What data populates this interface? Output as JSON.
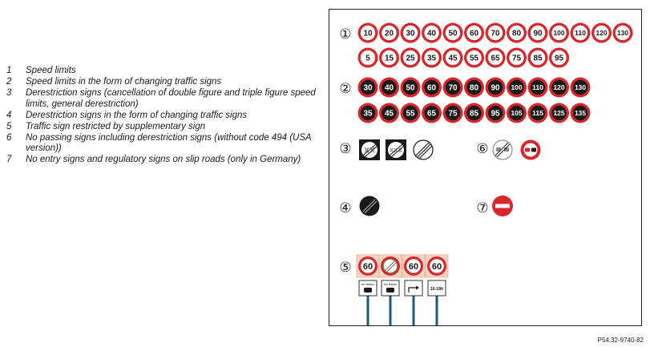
{
  "legend": [
    {
      "num": "1",
      "text": "Speed limits"
    },
    {
      "num": "2",
      "text": "Speed limits in the form of changing traffic signs"
    },
    {
      "num": "3",
      "text": "Derestriction signs (cancellation of double figure and triple figure speed limits, general derestriction)"
    },
    {
      "num": "4",
      "text": "Derestriction signs in the form of changing traffic signs"
    },
    {
      "num": "5",
      "text": "Traffic sign restricted by supplementary sign"
    },
    {
      "num": "6",
      "text": "No passing signs including derestriction signs (without code 494 (USA version))"
    },
    {
      "num": "7",
      "text": "No entry signs and regulatory signs on slip roads (only in Germany)"
    }
  ],
  "figure_code": "P54.32-9740-82",
  "groups": {
    "g1": "①",
    "g2": "②",
    "g3": "③",
    "g4": "④",
    "g5": "⑤",
    "g6": "⑥",
    "g7": "⑦"
  },
  "speed_limits_row1": [
    "10",
    "20",
    "30",
    "40",
    "50",
    "60",
    "70",
    "80",
    "90",
    "100",
    "110",
    "120",
    "130"
  ],
  "speed_limits_row2": [
    "5",
    "15",
    "25",
    "35",
    "45",
    "55",
    "65",
    "75",
    "85",
    "95"
  ],
  "changing_row1": [
    "30",
    "40",
    "50",
    "60",
    "70",
    "80",
    "90",
    "100",
    "110",
    "120",
    "130"
  ],
  "changing_row2": [
    "35",
    "45",
    "55",
    "65",
    "75",
    "85",
    "95",
    "105",
    "115",
    "125",
    "135"
  ],
  "derestriction_labels": [
    "XX",
    "XXX"
  ],
  "supplementary": {
    "sign_value": "60",
    "plate_text_vehicles": "bei Nässe",
    "plate_time": "16-18h"
  },
  "colors": {
    "red": "#d9262b",
    "black": "#1a1a1a",
    "post": "#1f5a7a"
  }
}
